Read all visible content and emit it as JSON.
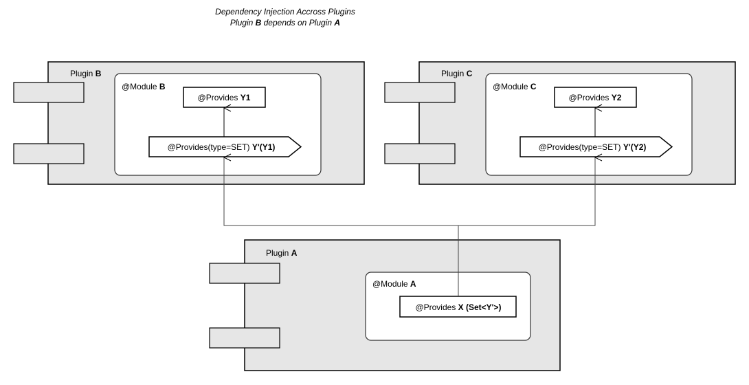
{
  "title": {
    "line1": "Dependency Injection Accross Plugins",
    "line2_prefix": "Plugin ",
    "line2_b": "B",
    "line2_mid": " depends on Plugin ",
    "line2_a": "A"
  },
  "plugins": {
    "b": {
      "label_prefix": "Plugin ",
      "label_bold": "B",
      "module_prefix": "@Module ",
      "module_bold": "B",
      "provides_prefix": "@Provides ",
      "provides_bold": "Y1",
      "set_prefix": "@Provides(type=SET) ",
      "set_bold": "Y'(Y1)"
    },
    "c": {
      "label_prefix": "Plugin ",
      "label_bold": "C",
      "module_prefix": "@Module ",
      "module_bold": "C",
      "provides_prefix": "@Provides ",
      "provides_bold": "Y2",
      "set_prefix": "@Provides(type=SET) ",
      "set_bold": "Y'(Y2)"
    },
    "a": {
      "label_prefix": "Plugin ",
      "label_bold": "A",
      "module_prefix": "@Module ",
      "module_bold": "A",
      "provides_prefix": "@Provides ",
      "provides_bold": "X (Set<Y'>)"
    }
  },
  "colors": {
    "plugin_fill": "#e6e6e6",
    "stroke": "#000000",
    "connector": "#444444"
  }
}
